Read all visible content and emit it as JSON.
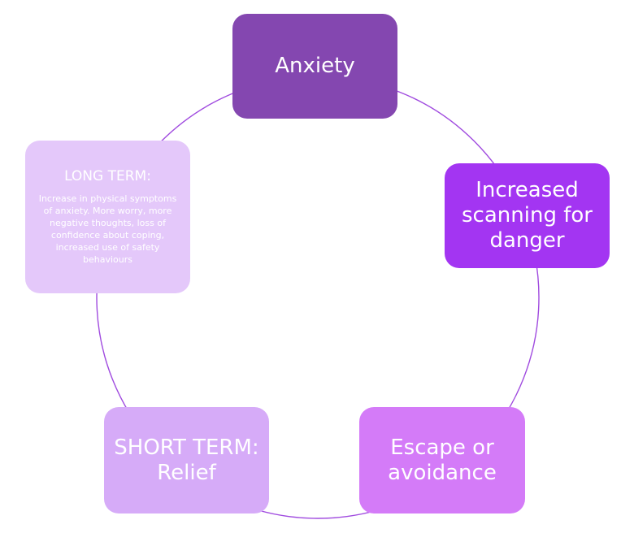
{
  "diagram": {
    "type": "cycle",
    "ring_color": "#a04bdf",
    "nodes": [
      {
        "id": "anxiety",
        "label": "Anxiety",
        "color": "#8447b0"
      },
      {
        "id": "scanning",
        "label": "Increased scanning for danger",
        "color": "#a335f2"
      },
      {
        "id": "escape",
        "label": "Escape or avoidance",
        "color": "#d47bf8"
      },
      {
        "id": "short",
        "label": "SHORT TERM: Relief",
        "color": "#d6abf8"
      },
      {
        "id": "long",
        "title": "LONG TERM:",
        "description": "Increase in physical symptoms of anxiety. More worry, more negative thoughts,  loss of confidence about coping, increased use of safety behaviours",
        "color": "#e4c8fa"
      }
    ]
  }
}
